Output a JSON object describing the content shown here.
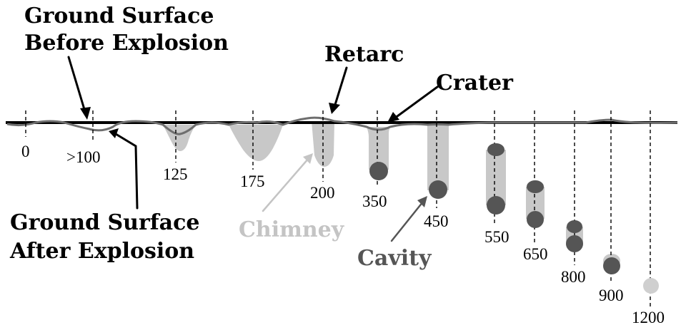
{
  "labels": {
    "before": [
      "Ground Surface",
      "Before Explosion"
    ],
    "after": [
      "Ground Surface",
      "After Explosion"
    ],
    "retarc": "Retarc",
    "crater": "Crater",
    "chimney": "Chimney",
    "cavity": "Cavity"
  },
  "depth_labels": [
    "0",
    ">100",
    "125",
    "175",
    "200",
    "350",
    "450",
    "550",
    "650",
    "800",
    "900",
    "1200"
  ],
  "colors": {
    "ink": "#000000",
    "surface_after": "#6e6e6e",
    "chimney": "#c8c8c8",
    "cavity": "#555555",
    "cavity_light": "#cfcfcf",
    "chimney_label": "#c4c4c4",
    "cavity_label": "#555555"
  }
}
